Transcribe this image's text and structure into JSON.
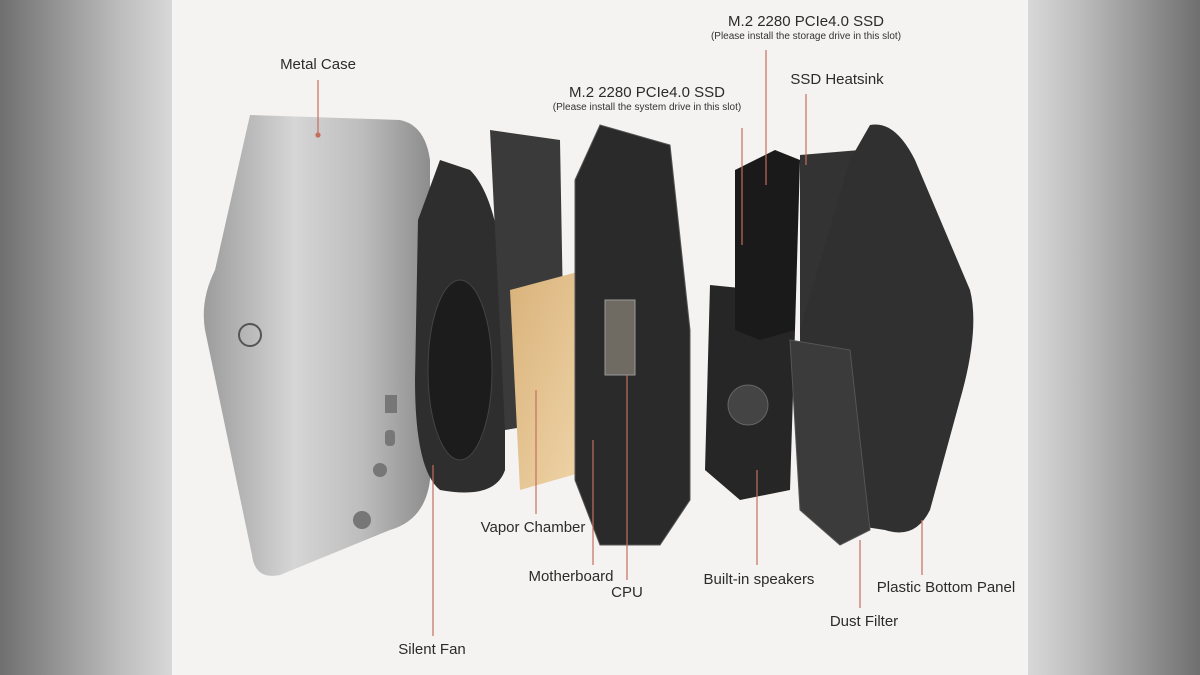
{
  "labels": {
    "metal_case": "Metal Case",
    "storage_ssd_title": "M.2 2280 PCIe4.0 SSD",
    "storage_ssd_note": "(Please install the storage drive in this slot)",
    "ssd_heatsink": "SSD Heatsink",
    "system_ssd_title": "M.2 2280 PCIe4.0 SSD",
    "system_ssd_note": "(Please install the system drive in this slot)",
    "vapor_chamber": "Vapor Chamber",
    "motherboard": "Motherboard",
    "cpu": "CPU",
    "speakers": "Built-in speakers",
    "bottom_panel": "Plastic Bottom Panel",
    "dust_filter": "Dust Filter",
    "silent_fan": "Silent Fan"
  },
  "colors": {
    "leader": "#c46f5c",
    "background": "#f4f3f1"
  }
}
